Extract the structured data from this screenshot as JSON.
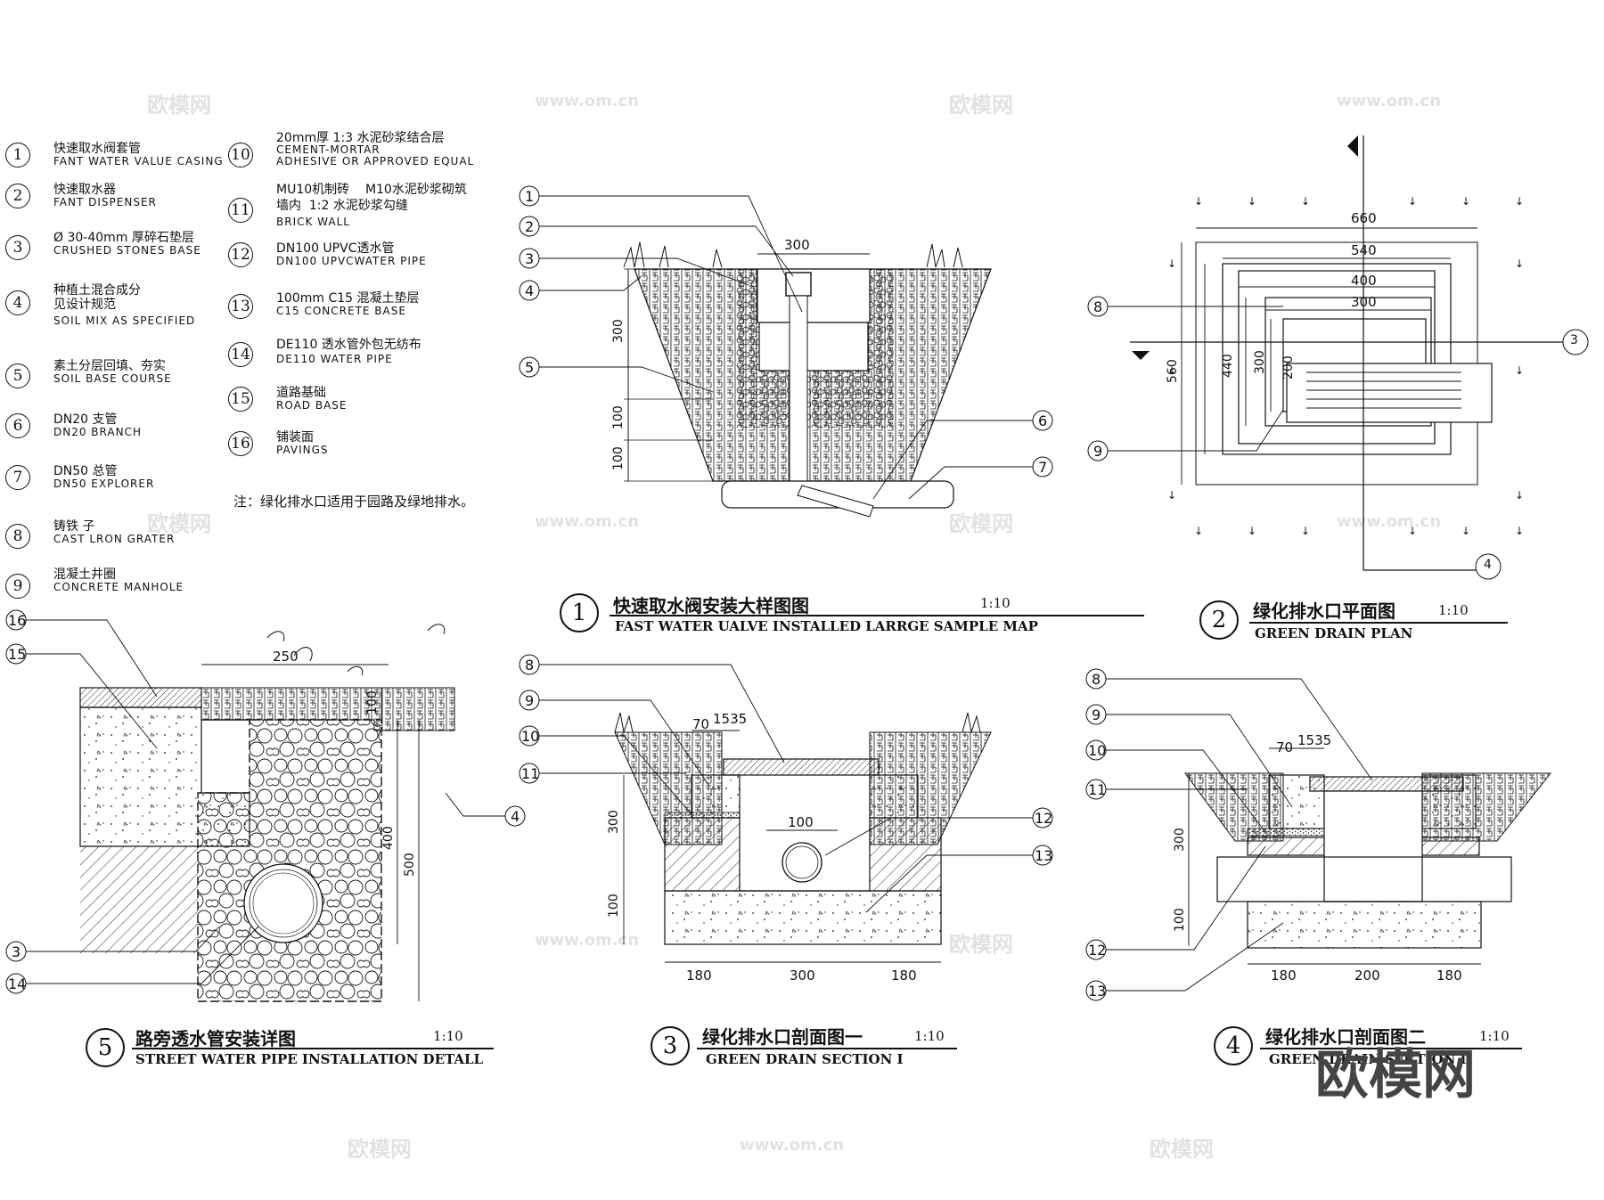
{
  "legend": [
    {
      "num": "1",
      "zh": "快速取水阀套管",
      "en": "FANT WATER VALUE CASING"
    },
    {
      "num": "2",
      "zh": "快速取水器",
      "en": "FANT DISPENSER"
    },
    {
      "num": "3",
      "zh": "Ø 30-40mm 厚碎石垫层",
      "en": "CRUSHED STONES BASE"
    },
    {
      "num": "4",
      "zh": "种植土混合成分\n见设计规范",
      "en": "SOIL MIX AS SPECIFIED"
    },
    {
      "num": "5",
      "zh": "素土分层回填、夯实",
      "en": "SOIL BASE COURSE"
    },
    {
      "num": "6",
      "zh": "DN20 支管",
      "en": "DN20 BRANCH"
    },
    {
      "num": "7",
      "zh": "DN50 总管",
      "en": "DN50 EXPLORER"
    },
    {
      "num": "8",
      "zh": "铸铁  子",
      "en": "CAST LRON GRATER"
    },
    {
      "num": "9",
      "zh": "混凝土井圈",
      "en": "CONCRETE MANHOLE"
    },
    {
      "num": "10",
      "zh": "20mm厚  1:3 水泥砂浆结合层",
      "en": "CEMENT-MORTAR\nADHESIVE OR APPROVED EQUAL"
    },
    {
      "num": "11",
      "zh": "MU10机制砖    M10水泥砂浆砌筑\n墙内  1:2 水泥砂浆勾缝",
      "en": "BRICK WALL"
    },
    {
      "num": "12",
      "zh": "DN100 UPVC透水管",
      "en": "DN100 UPVCWATER PIPE"
    },
    {
      "num": "13",
      "zh": "100mm  C15       混凝土垫层",
      "en": "C15 CONCRETE BASE"
    },
    {
      "num": "14",
      "zh": "DE110 透水管外包无纺布",
      "en": "DE110  WATER PIPE"
    },
    {
      "num": "15",
      "zh": "道路基础",
      "en": "ROAD BASE"
    },
    {
      "num": "16",
      "zh": "铺装面",
      "en": "PAVINGS"
    }
  ],
  "note": "注：绿化排水口适用于园路及绿地排水。",
  "titles": [
    {
      "num": "1",
      "zh": "快速取水阀安装大样图图",
      "en": "FAST WATER UALVE INSTALLED LARRGE SAMPLE MAP",
      "scale": "1:10"
    },
    {
      "num": "2",
      "zh": "绿化排水口平面图",
      "en": "GREEN DRAIN PLAN",
      "scale": "1:10"
    },
    {
      "num": "3",
      "zh": "绿化排水口剖面图一",
      "en": "GREEN DRAIN SECTION I",
      "scale": "1:10"
    },
    {
      "num": "4",
      "zh": "绿化排水口剖面图二",
      "en": "GREEN DRAIN SECTION II",
      "scale": "1:10"
    },
    {
      "num": "5",
      "zh": "路旁透水管安装详图",
      "en": "STREET WATER PIPE INSTALLATION  DETALL",
      "scale": "1:10"
    }
  ],
  "dims": {
    "d1_top": "300",
    "d1_v1": "300",
    "d1_v2": "100",
    "d1_v3": "100",
    "d2_660": "660",
    "d2_540": "540",
    "d2_400": "400",
    "d2_300": "300",
    "d2_v560": "560",
    "d2_v440": "440",
    "d2_v300": "300",
    "d2_v200": "200",
    "d2_cut3": "3",
    "d2_cut4": "4",
    "d3_70": "70",
    "d3_1535": "1535",
    "d3_100": "100",
    "d3_v300": "300",
    "d3_v100": "100",
    "d3_b1": "180",
    "d3_b2": "300",
    "d3_b3": "180",
    "d4_70": "70",
    "d4_1535": "1535",
    "d4_v300": "300",
    "d4_v100": "100",
    "d4_b1": "180",
    "d4_b2": "200",
    "d4_b3": "180",
    "d5_250": "250",
    "d5_100": "100",
    "d5_400": "400",
    "d5_500": "500"
  },
  "callouts": {
    "c1": [
      "1",
      "2",
      "3",
      "4",
      "5"
    ],
    "c1r": [
      "6",
      "7"
    ],
    "c2l": [
      "8",
      "9"
    ],
    "c3l": [
      "8",
      "9",
      "10",
      "11"
    ],
    "c3r": [
      "12",
      "13"
    ],
    "c4l": [
      "8",
      "9",
      "10",
      "11",
      "12",
      "13"
    ],
    "c5l": [
      "16",
      "15",
      "3",
      "14"
    ],
    "c5r": [
      "4"
    ]
  },
  "watermark_small": "www.om.cn",
  "watermark_logo": "欧模网",
  "colors": {
    "ink": "#111111",
    "watermark": "#e2e2e2"
  }
}
